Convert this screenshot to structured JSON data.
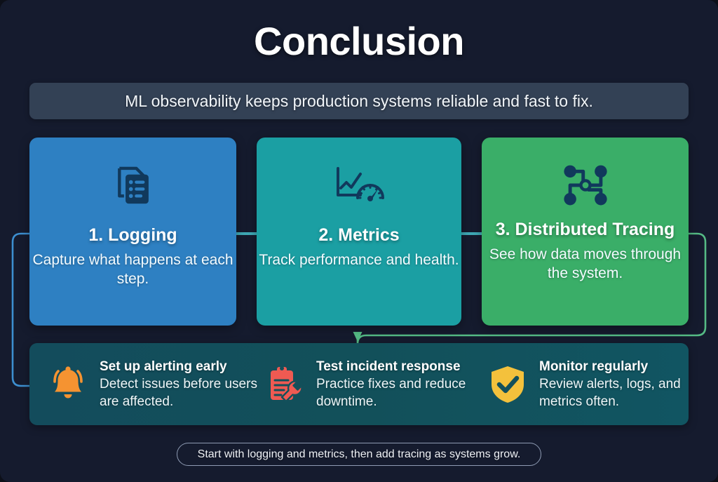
{
  "slide": {
    "title": "Conclusion",
    "subtitle": "ML observability keeps production systems reliable and fast to fix.",
    "footer": "Start with logging and metrics, then add tracing as systems grow.",
    "background_color": "#151b2e",
    "subtitle_bar_color": "#334155",
    "practices_bar_color": "#13505b"
  },
  "steps": [
    {
      "icon": "documents-list-icon",
      "title": "1. Logging",
      "description": "Capture what happens at each step.",
      "color": "#2e80c2"
    },
    {
      "icon": "chart-gauge-icon",
      "title": "2. Metrics",
      "description": "Track performance and health.",
      "color": "#1b9fa3"
    },
    {
      "icon": "node-graph-icon",
      "title": "3. Distributed Tracing",
      "description": "See how data moves through the system.",
      "color": "#3aae68"
    }
  ],
  "practices": [
    {
      "icon": "bell-alert-icon",
      "icon_color": "#f59331",
      "title": "Set up alerting early",
      "description": "Detect issues before users are affected."
    },
    {
      "icon": "clipboard-wrench-icon",
      "icon_color": "#ef5a52",
      "title": "Test incident response",
      "description": "Practice fixes and reduce downtime."
    },
    {
      "icon": "shield-check-icon",
      "icon_color": "#f4c13c",
      "title": "Monitor regularly",
      "description": "Review alerts, logs, and metrics often."
    }
  ],
  "connectors": {
    "step1_to_step2_color": "#3fa8b5",
    "step2_to_step3_color": "#3fa8b5",
    "left_loop_color": "#3d8fd0",
    "right_loop_color": "#55bb85"
  }
}
